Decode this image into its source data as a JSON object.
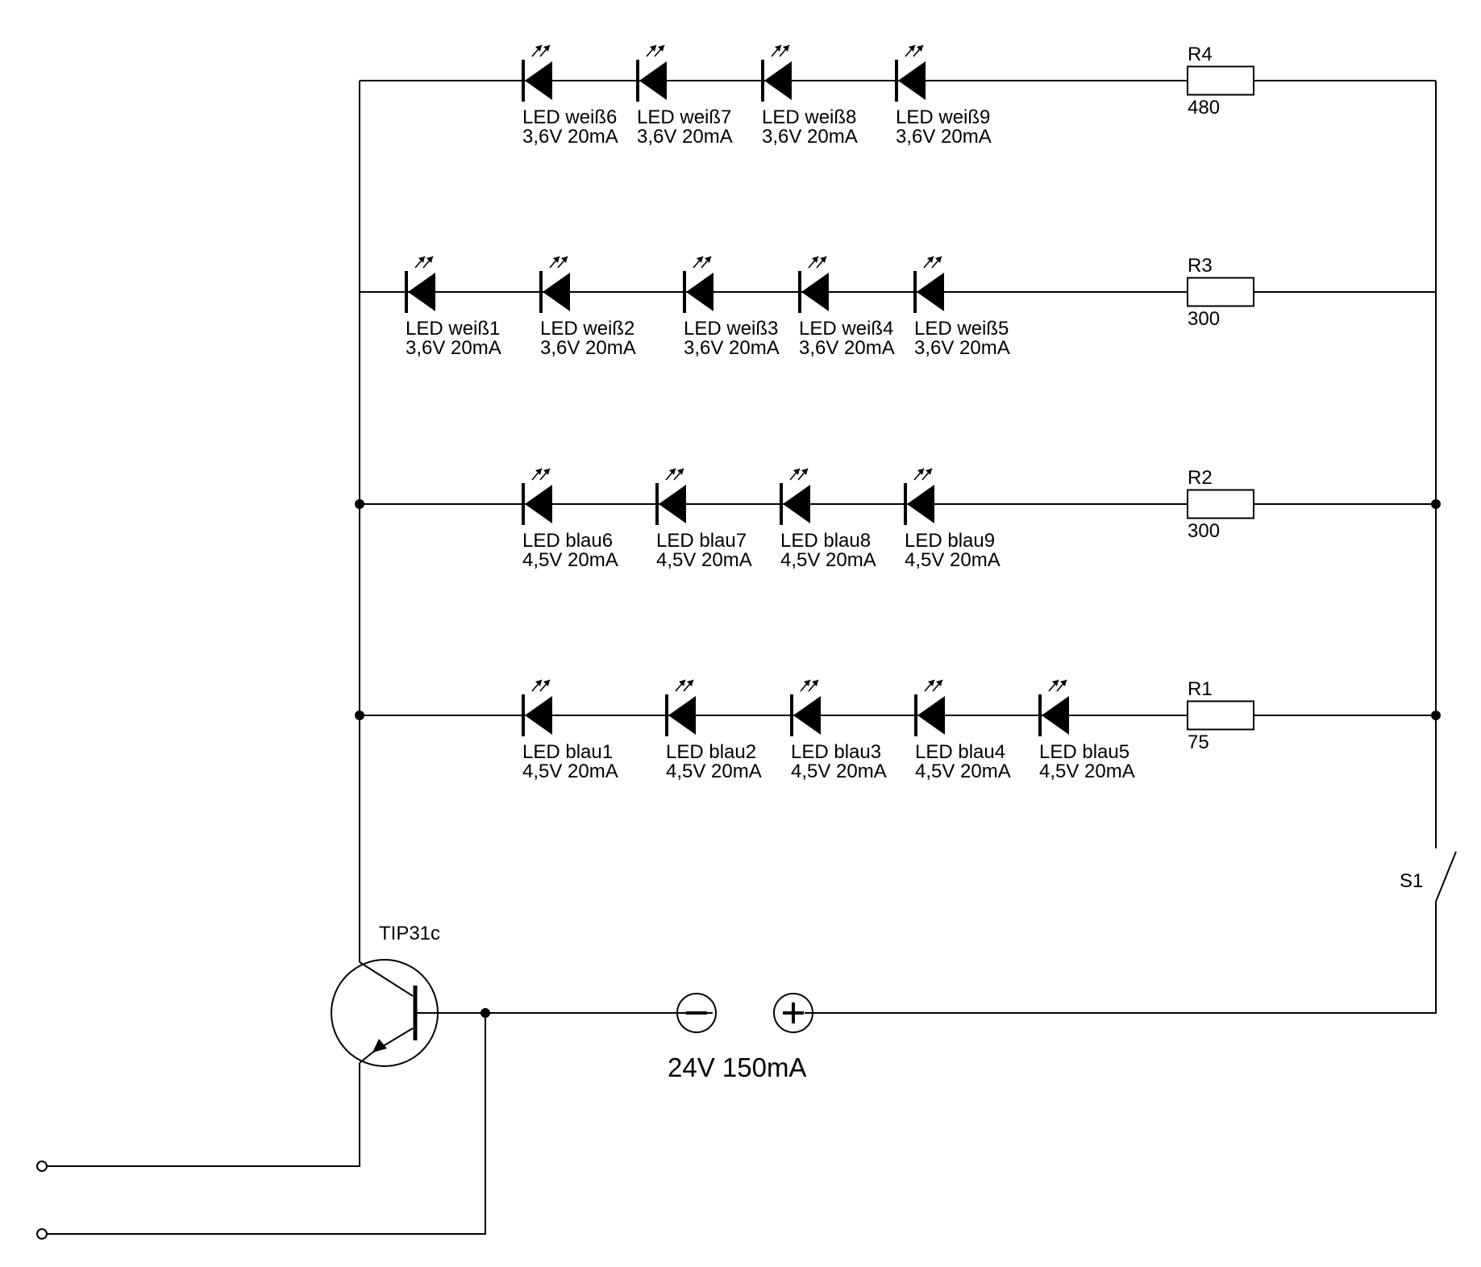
{
  "rows": [
    {
      "resistor": {
        "name": "R4",
        "value": "480"
      },
      "leds": [
        {
          "name": "LED weiß6",
          "spec": "3,6V 20mA"
        },
        {
          "name": "LED weiß7",
          "spec": "3,6V 20mA"
        },
        {
          "name": "LED weiß8",
          "spec": "3,6V 20mA"
        },
        {
          "name": "LED weiß9",
          "spec": "3,6V 20mA"
        }
      ]
    },
    {
      "resistor": {
        "name": "R3",
        "value": "300"
      },
      "leds": [
        {
          "name": "LED weiß1",
          "spec": "3,6V 20mA"
        },
        {
          "name": "LED weiß2",
          "spec": "3,6V 20mA"
        },
        {
          "name": "LED weiß3",
          "spec": "3,6V 20mA"
        },
        {
          "name": "LED weiß4",
          "spec": "3,6V 20mA"
        },
        {
          "name": "LED weiß5",
          "spec": "3,6V 20mA"
        }
      ]
    },
    {
      "resistor": {
        "name": "R2",
        "value": "300"
      },
      "leds": [
        {
          "name": "LED blau6",
          "spec": "4,5V 20mA"
        },
        {
          "name": "LED blau7",
          "spec": "4,5V 20mA"
        },
        {
          "name": "LED blau8",
          "spec": "4,5V 20mA"
        },
        {
          "name": "LED blau9",
          "spec": "4,5V 20mA"
        }
      ]
    },
    {
      "resistor": {
        "name": "R1",
        "value": "75"
      },
      "leds": [
        {
          "name": "LED blau1",
          "spec": "4,5V 20mA"
        },
        {
          "name": "LED blau2",
          "spec": "4,5V 20mA"
        },
        {
          "name": "LED blau3",
          "spec": "4,5V 20mA"
        },
        {
          "name": "LED blau4",
          "spec": "4,5V 20mA"
        },
        {
          "name": "LED blau5",
          "spec": "4,5V 20mA"
        }
      ]
    }
  ],
  "switch": {
    "name": "S1"
  },
  "transistor": {
    "name": "TIP31c"
  },
  "supply": {
    "label": "24V 150mA"
  }
}
